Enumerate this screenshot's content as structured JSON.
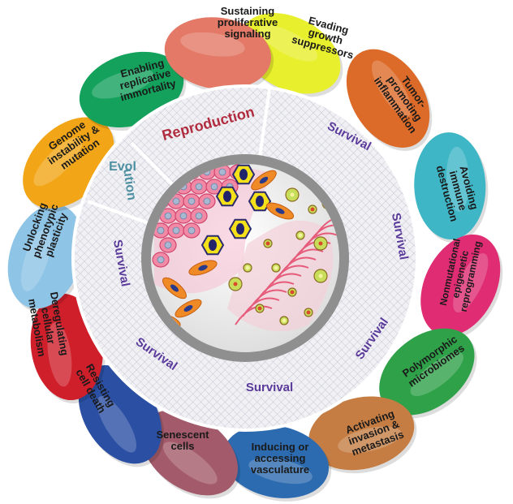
{
  "hallmarks": [
    {
      "lines": [
        "Sustaining",
        "proliferative",
        "signaling"
      ],
      "color": "#e8ef2c",
      "icon": "petal-proliferative"
    },
    {
      "lines": [
        "Evading",
        "growth",
        "suppressors"
      ],
      "color": "#dc6a28",
      "icon": "petal-suppressors"
    },
    {
      "lines": [
        "Tumor-",
        "promoting",
        "inflammation"
      ],
      "color": "#3eb6c6",
      "icon": "petal-inflammation"
    },
    {
      "lines": [
        "Avoiding",
        "immune",
        "destruction"
      ],
      "color": "#e02c72",
      "icon": "petal-immune"
    },
    {
      "lines": [
        "Nonmutational",
        "epigenetic",
        "reprogramming"
      ],
      "color": "#2fa149",
      "icon": "petal-epigenetic"
    },
    {
      "lines": [
        "Polymorphic",
        "microbiomes"
      ],
      "color": "#c57d43",
      "icon": "petal-microbiomes"
    },
    {
      "lines": [
        "Activating",
        "invasion &",
        "metastasis"
      ],
      "color": "#2c6bb0",
      "icon": "petal-invasion"
    },
    {
      "lines": [
        "Inducing or",
        "accessing",
        "vasculature"
      ],
      "color": "#a35a6a",
      "icon": "petal-vasculature"
    },
    {
      "lines": [
        "Senescent",
        "cells"
      ],
      "color": "#2a4fa3",
      "icon": "petal-senescent"
    },
    {
      "lines": [
        "Resisting",
        "cell death"
      ],
      "color": "#cf1f2b",
      "icon": "petal-cell-death"
    },
    {
      "lines": [
        "Deregulating",
        "cellular",
        "metabolism"
      ],
      "color": "#8ec4e6",
      "icon": "petal-metabolism"
    },
    {
      "lines": [
        "Unlocking",
        "phenotypic",
        "plasticity"
      ],
      "color": "#f2a516",
      "icon": "petal-plasticity"
    },
    {
      "lines": [
        "Genome",
        "instability &",
        "mutation"
      ],
      "color": "#13a15c",
      "icon": "petal-genome"
    },
    {
      "lines": [
        "Enabling",
        "replicative",
        "immortality"
      ],
      "color": "#e37966",
      "icon": "petal-immortality"
    }
  ],
  "categories": {
    "reproduction": {
      "text": "Reproduction",
      "color": "#b02c3e"
    },
    "evolution": {
      "lines": [
        "Evol",
        "ution"
      ],
      "color": "#4b8fa0"
    },
    "survival": {
      "text": "Survival",
      "color": "#5a3a9a"
    }
  },
  "center_colors": {
    "ring": "#8f8f8f",
    "tumor_cell": "#f28aa6",
    "tumor_nucleus": "#a8b8d0",
    "stroma": "#e65a7a",
    "fibroblast": "#f08a26",
    "cancer_stem": "#f5e11a",
    "immune": "#c8de5a"
  }
}
